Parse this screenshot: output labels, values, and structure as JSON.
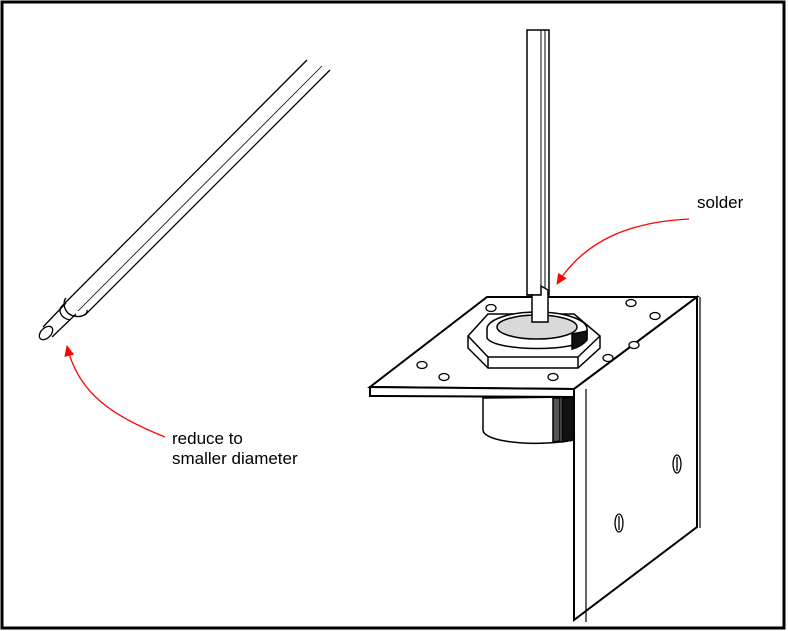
{
  "labels": {
    "solder": "solder",
    "reduce_line1": "reduce to",
    "reduce_line2": "smaller diameter"
  },
  "colors": {
    "frame": "#000000",
    "ink": "#000000",
    "arrow": "#ff0000",
    "background": "#ffffff",
    "light_gray": "#d9d9d9",
    "dark_gray": "#555555"
  },
  "icons": {
    "arrow": "curved-red-arrow"
  }
}
